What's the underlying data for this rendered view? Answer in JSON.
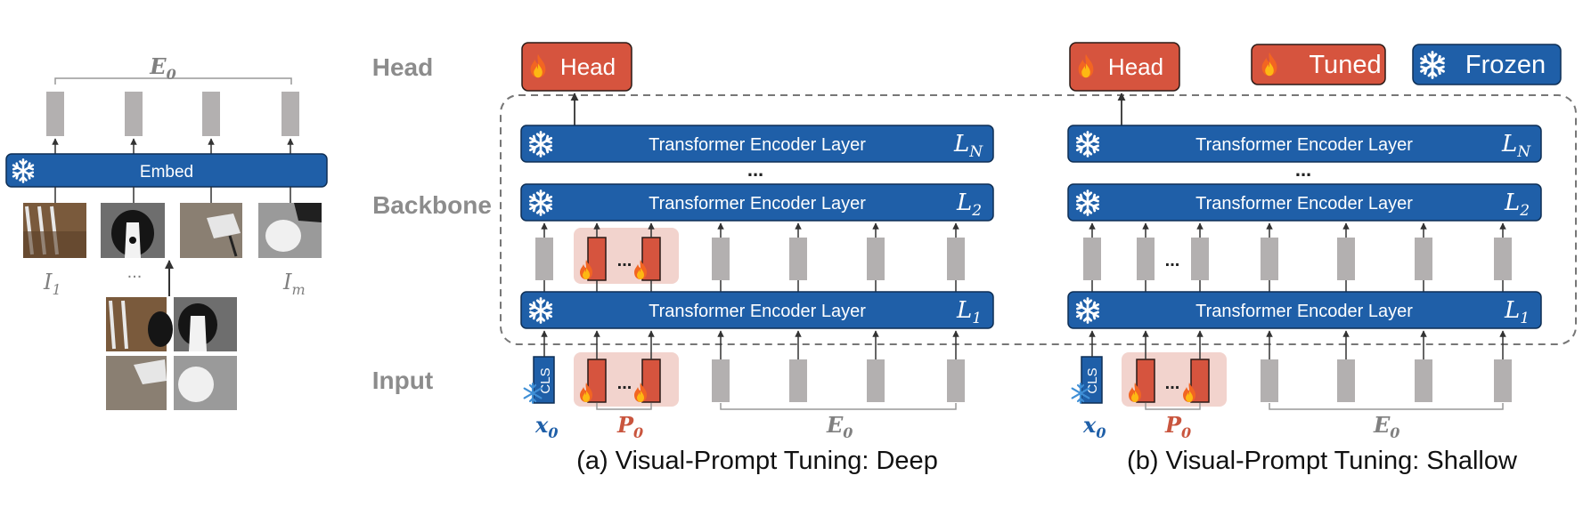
{
  "colors": {
    "frozen_blue": "#1f5fa8",
    "tuned_red": "#d6543e",
    "token_gray": "#b3b0b0",
    "prompt_bg": "#f2d3cd",
    "label_gray": "#8c8c8c",
    "x0_blue": "#1f5fa8",
    "p0_red": "#c9553e"
  },
  "icons": {
    "frozen": "snowflake-icon",
    "tuned": "flame-icon"
  },
  "legend": {
    "tuned": "Tuned",
    "frozen": "Frozen"
  },
  "row_labels": {
    "head": "Head",
    "backbone": "Backbone",
    "input": "Input"
  },
  "left_panel": {
    "e0": "E",
    "e0_sub": "0",
    "embed": "Embed",
    "i1": "I",
    "i1_sub": "1",
    "im": "I",
    "im_sub": "m",
    "ellipsis": "..."
  },
  "panel_a": {
    "caption": "(a) Visual-Prompt Tuning:  Deep",
    "head": "Head",
    "layer_text": "Transformer Encoder Layer",
    "ln": "L",
    "ln_sub": "N",
    "l2": "L",
    "l2_sub": "2",
    "l1": "L",
    "l1_sub": "1",
    "dots": "...",
    "cls": "CLS",
    "x0": "x",
    "x0_sub": "0",
    "p0": "P",
    "p0_sub": "0",
    "e0": "E",
    "e0_sub": "0"
  },
  "panel_b": {
    "caption": "(b) Visual-Prompt Tuning:  Shallow",
    "head": "Head",
    "layer_text": "Transformer Encoder Layer",
    "ln": "L",
    "ln_sub": "N",
    "l2": "L",
    "l2_sub": "2",
    "l1": "L",
    "l1_sub": "1",
    "dots": "...",
    "cls": "CLS",
    "x0": "x",
    "x0_sub": "0",
    "p0": "P",
    "p0_sub": "0",
    "e0": "E",
    "e0_sub": "0"
  }
}
